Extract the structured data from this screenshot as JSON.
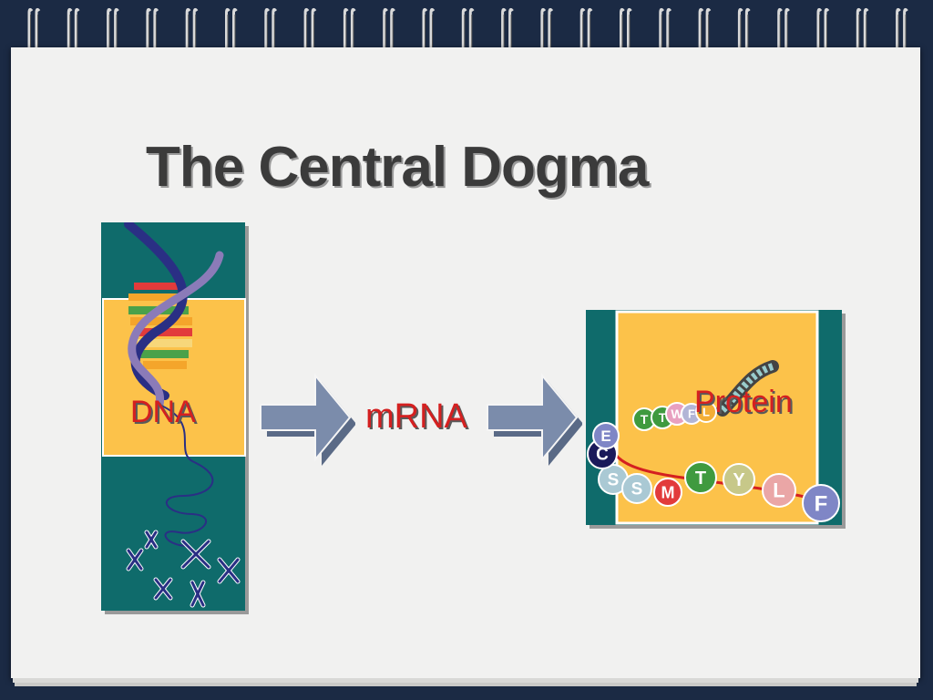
{
  "slide": {
    "title": "The Central Dogma"
  },
  "labels": {
    "dna": "DNA",
    "mrna": "mRNA",
    "protein": "Protein"
  },
  "amino_acid_beads": {
    "visible": [
      "S",
      "S",
      "M",
      "T",
      "Y",
      "L",
      "F",
      "C",
      "E",
      "T",
      "T",
      "W",
      "F",
      "L"
    ]
  },
  "colors": {
    "teal_panel": "#0f6b6b",
    "yellow_box": "#fcc24a",
    "label_red": "#d42020",
    "arrow_blue": "#7b8cab",
    "helix_blue": "#2a2f84"
  }
}
